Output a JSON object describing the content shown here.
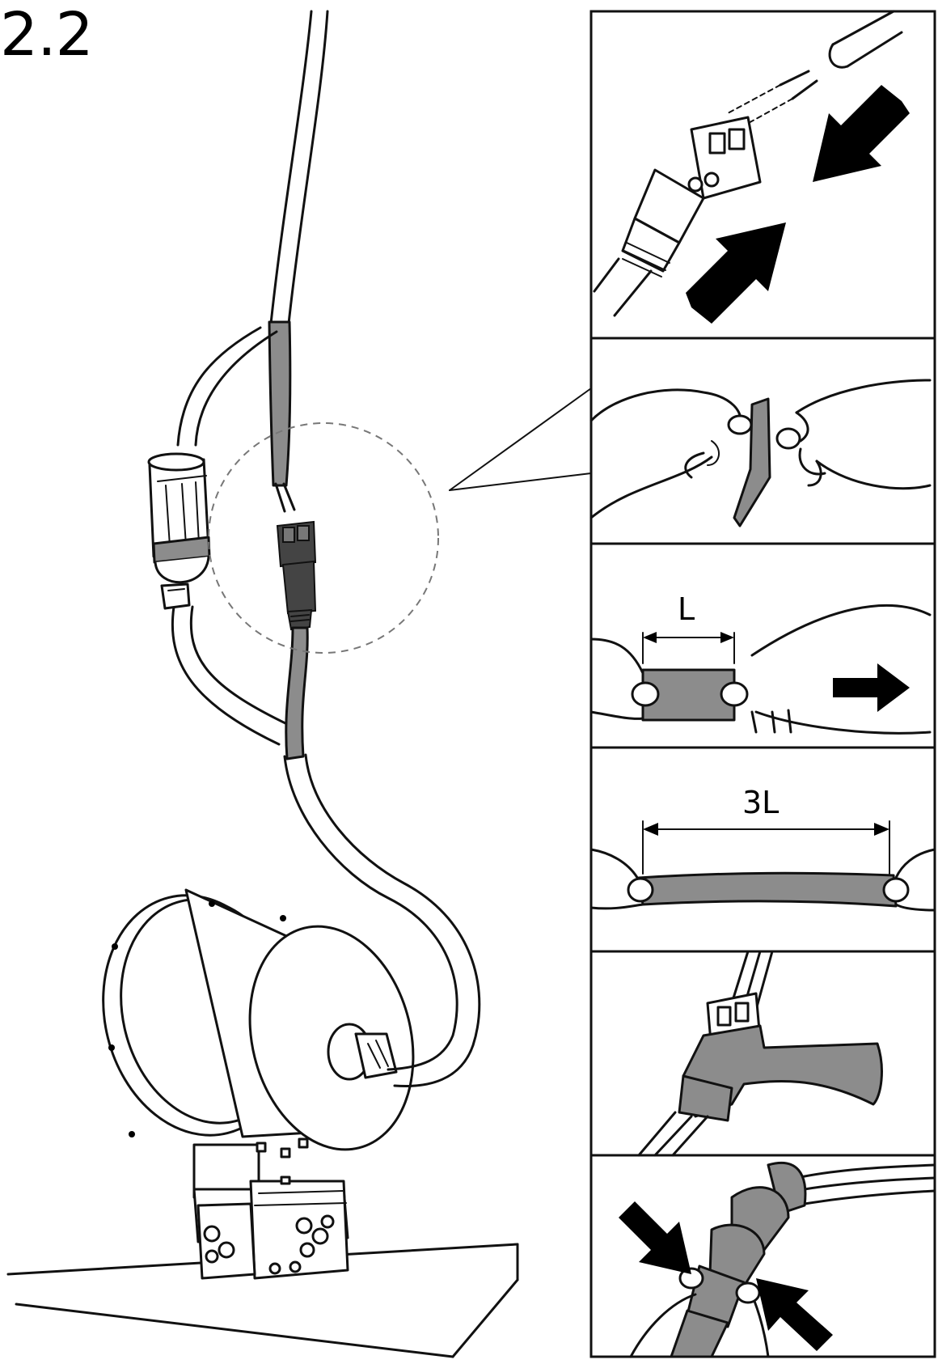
{
  "step": {
    "number": "2.2"
  },
  "panels": [
    {
      "id": "connect-terminal"
    },
    {
      "id": "peel-tape"
    },
    {
      "id": "measure-tape",
      "label": "L"
    },
    {
      "id": "stretch-tape",
      "label": "3L"
    },
    {
      "id": "wrap-connector"
    },
    {
      "id": "press-wrap"
    }
  ],
  "colors": {
    "line": "#111111",
    "tape": "#8c8c8c",
    "arrow": "#000000",
    "background": "#ffffff"
  },
  "icons": {
    "push-arrow": "arrow-icon",
    "dimension": "dimension-arrow-icon"
  }
}
